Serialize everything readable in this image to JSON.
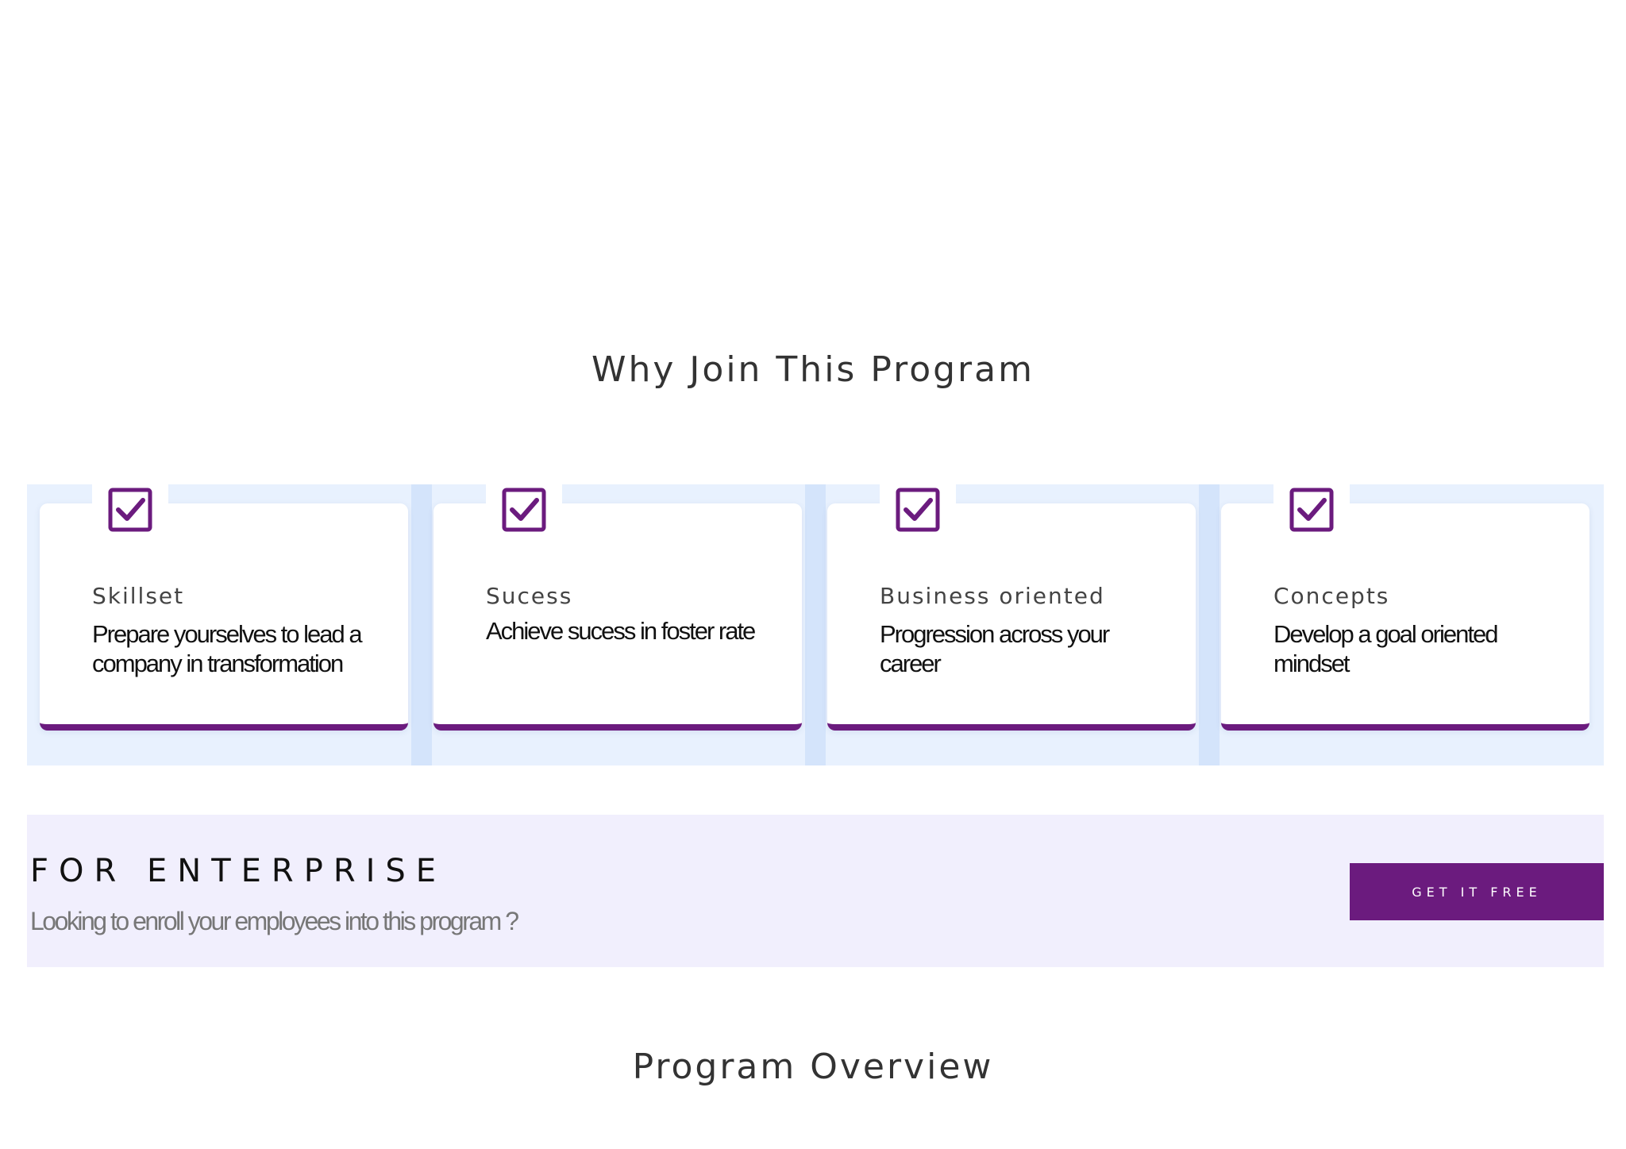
{
  "why_section": {
    "title": "Why Join This Program",
    "features": [
      {
        "icon": "checkbox-checked-icon",
        "heading": "Skillset",
        "text": "Prepare yourselves to lead a company in transformation"
      },
      {
        "icon": "checkbox-checked-icon",
        "heading": "Sucess",
        "text": "Achieve sucess in foster rate"
      },
      {
        "icon": "checkbox-checked-icon",
        "heading": "Business oriented",
        "text": "Progression across your career"
      },
      {
        "icon": "checkbox-checked-icon",
        "heading": "Concepts",
        "text": "Develop a goal oriented mindset"
      }
    ]
  },
  "enterprise": {
    "title": "FOR ENTERPRISE",
    "subtitle": "Looking to enroll your employees into this program ?",
    "button_label": "GET IT FREE"
  },
  "overview": {
    "title": "Program Overview"
  },
  "colors": {
    "accent": "#6b1b7e",
    "features_bg": "#e8f1fe",
    "enterprise_bg": "#f1effd"
  }
}
